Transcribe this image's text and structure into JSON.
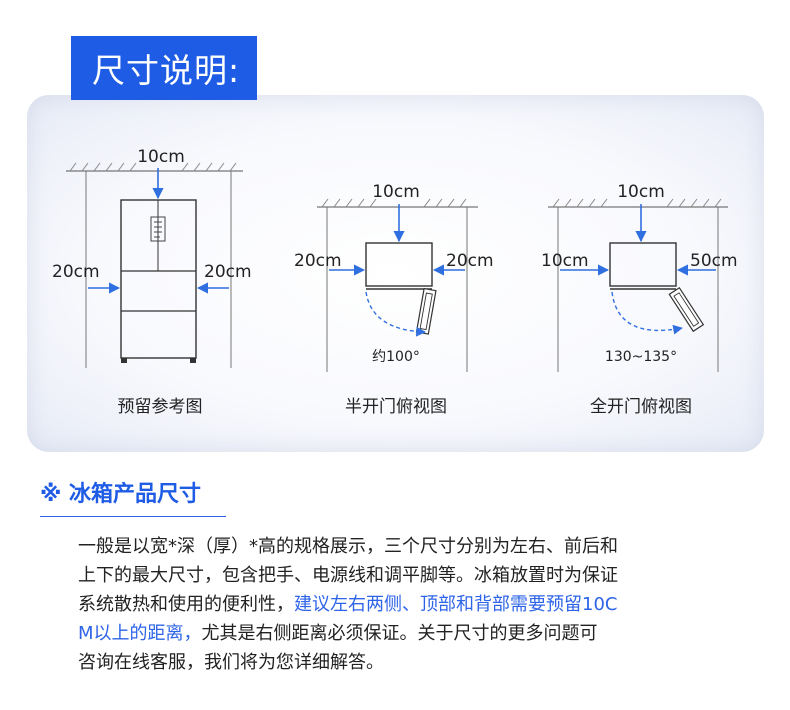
{
  "header": {
    "title": "尺寸说明:"
  },
  "diagrams": [
    {
      "caption": "预留参考图",
      "top_label": "10cm",
      "left_label": "20cm",
      "right_label": "20cm"
    },
    {
      "caption": "半开门俯视图",
      "top_label": "10cm",
      "left_label": "20cm",
      "right_label": "20cm",
      "angle_label": "约100°"
    },
    {
      "caption": "全开门俯视图",
      "top_label": "10cm",
      "left_label": "10cm",
      "right_label": "50cm",
      "angle_label": "130~135°"
    }
  ],
  "section": {
    "title": "※ 冰箱产品尺寸"
  },
  "paragraph": {
    "line1": "一般是以宽*深（厚）*高的规格展示，三个尺寸分别为左右、前后和",
    "line2": "上下的最大尺寸，包含把手、电源线和调平脚等。冰箱放置时为保证",
    "line3_a": "系统散热和使用的便利性，",
    "line3_b": "建议左右两侧、顶部和背部需要预留10C",
    "line4_a": "M以上的距离，",
    "line4_b": "尤其是右侧距离必须保证。关于尺寸的更多问题可",
    "line5": "咨询在线客服，我们将为您详细解答。"
  },
  "colors": {
    "accent": "#1f5ce6",
    "highlight": "#2d64e8",
    "arrow": "#2f6fe0"
  }
}
